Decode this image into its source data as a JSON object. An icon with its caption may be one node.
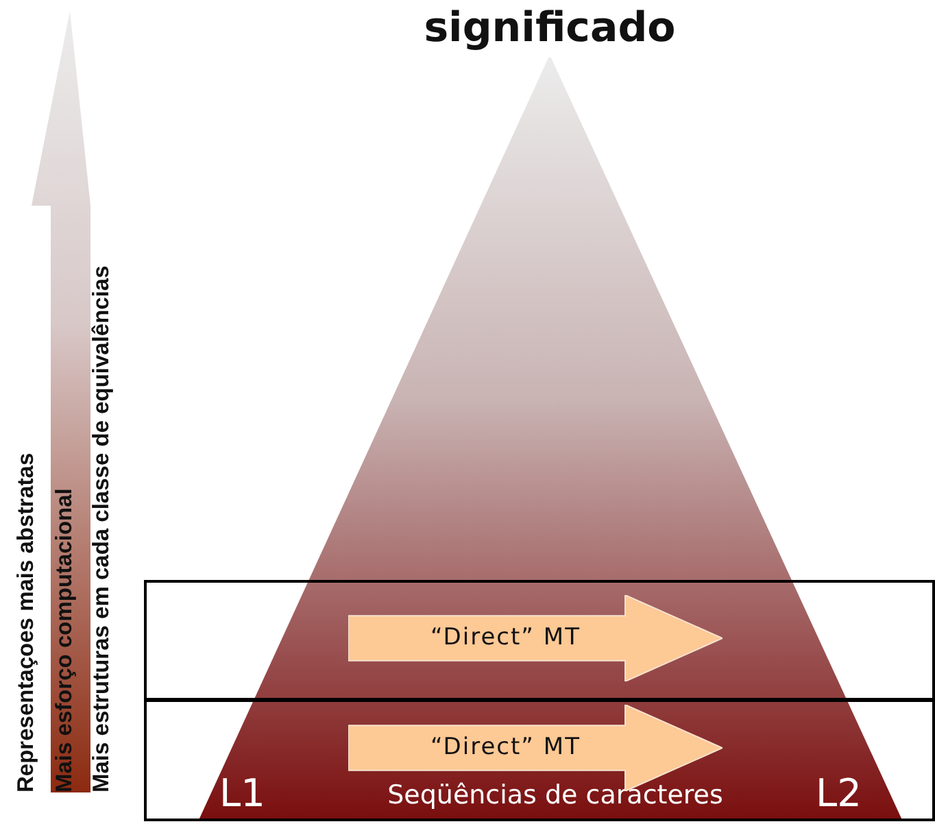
{
  "diagram": {
    "nodes": [
      {
        "text": [],
        "shape": "box"
      },
      {
        "text": [
          "“Direct” MT"
        ],
        "in": 0
      },
      {
        "text": [],
        "shape": "box"
      },
      {
        "text": [
          "“Direct” MT"
        ],
        "in": 2
      }
    ],
    "edges": [],
    "labels": [
      "significado",
      "Representaçoes mais abstratas",
      "Mais esforço computacional",
      "Mais estruturas em cada classe de equivalências",
      "L1",
      "Seqüências de caracteres",
      "L2"
    ]
  }
}
